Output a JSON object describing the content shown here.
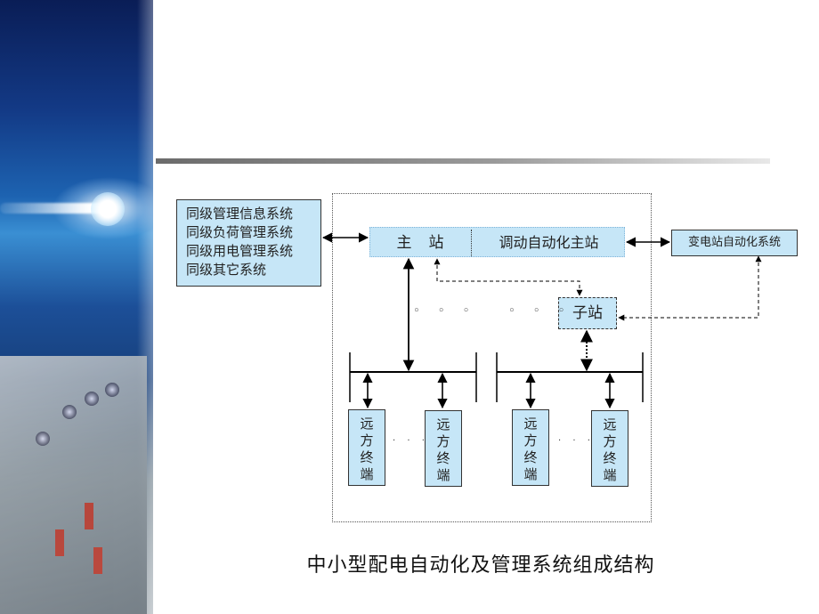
{
  "diagram": {
    "info_systems": [
      "同级管理信息系统",
      "同级负荷管理系统",
      "同级用电管理系统",
      "同级其它系统"
    ],
    "main_station_label": "主　站",
    "dispatch_label": "调动自动化主站",
    "substation_automation_label": "变电站自动化系统",
    "sub_station_label": "子站",
    "ellipsis": "◦ ◦ ◦",
    "rtu_ellipsis": "· · ·",
    "rtu_label": [
      "远",
      "方",
      "终",
      "端"
    ]
  },
  "caption": "中小型配电自动化及管理系统组成结构"
}
